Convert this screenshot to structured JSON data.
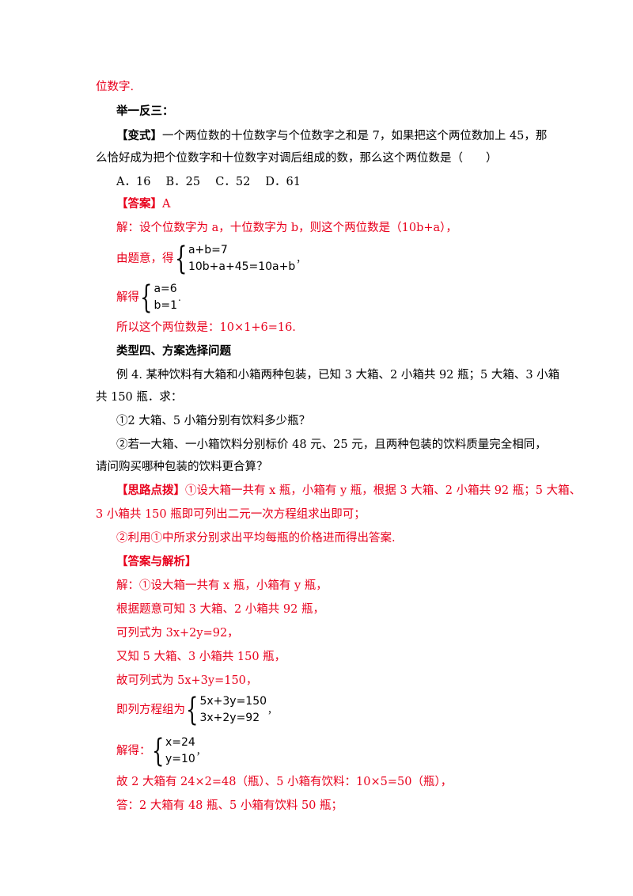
{
  "lines": {
    "l01": "位数字.",
    "l02": "举一反三：",
    "l03_tag": "【变式】",
    "l03": "一个两位数的十位数字与个位数字之和是 7，如果把这个两位数加上 45，那",
    "l04": "么恰好成为把个位数字和十位数字对调后组成的数，那么这个两位数是（　　）",
    "l05": "A．16　 B．25　 C．52　 D．61",
    "l06_tag": "【答案】",
    "l06": "A",
    "l07": "解：设个位数字为 a，十位数字为 b，则这个两位数是（10b+a），",
    "l08_pre": "由题意，得",
    "l08_eq1": "a+b=7",
    "l08_eq2": "10b+a+45=10a+b",
    "l09_pre": "解得",
    "l09_eq1": "a=6",
    "l09_eq2": "b=1",
    "l10": "所以这个两位数是：10×1+6=16.",
    "l11": "类型四、方案选择问题",
    "l12": "例 4. 某种饮料有大箱和小箱两种包装，已知 3 大箱、2 小箱共 92 瓶；5 大箱、3 小箱",
    "l13": "共 150 瓶．求：",
    "l14": "①2 大箱、5 小箱分别有饮料多少瓶？",
    "l15": "②若一大箱、一小箱饮料分别标价 48 元、25 元，且两种包装的饮料质量完全相同，",
    "l16": "请问购买哪种包装的饮料更合算？",
    "l17_tag": "【思路点拨】",
    "l17": "①设大箱一共有 x 瓶，小箱有 y 瓶，根据 3 大箱、2 小箱共 92 瓶；5 大箱、",
    "l18": "3 小箱共 150 瓶即可列出二元一次方程组求出即可；",
    "l19": "②利用①中所求分别求出平均每瓶的价格进而得出答案.",
    "l20_tag": "【答案与解析】",
    "l21": "解：①设大箱一共有 x 瓶，小箱有 y 瓶，",
    "l22": "根据题意可知 3 大箱、2 小箱共 92 瓶，",
    "l23": "可列式为 3x+2y=92，",
    "l24": "又知 5 大箱、3 小箱共 150 瓶，",
    "l25": "故可列式为 5x+3y=150，",
    "l26_pre": "即列方程组为",
    "l26_eq1": "5x+3y=150",
    "l26_eq2": "3x+2y=92",
    "l27_pre": "解得：",
    "l27_eq1": "x=24",
    "l27_eq2": "y=10",
    "l28": "故 2 大箱有 24×2=48（瓶）、5 小箱有饮料：10×5=50（瓶），",
    "l29": "答：2 大箱有 48 瓶、5 小箱有饮料 50 瓶；",
    "tail_comma": "，",
    "tail_dot": "."
  }
}
